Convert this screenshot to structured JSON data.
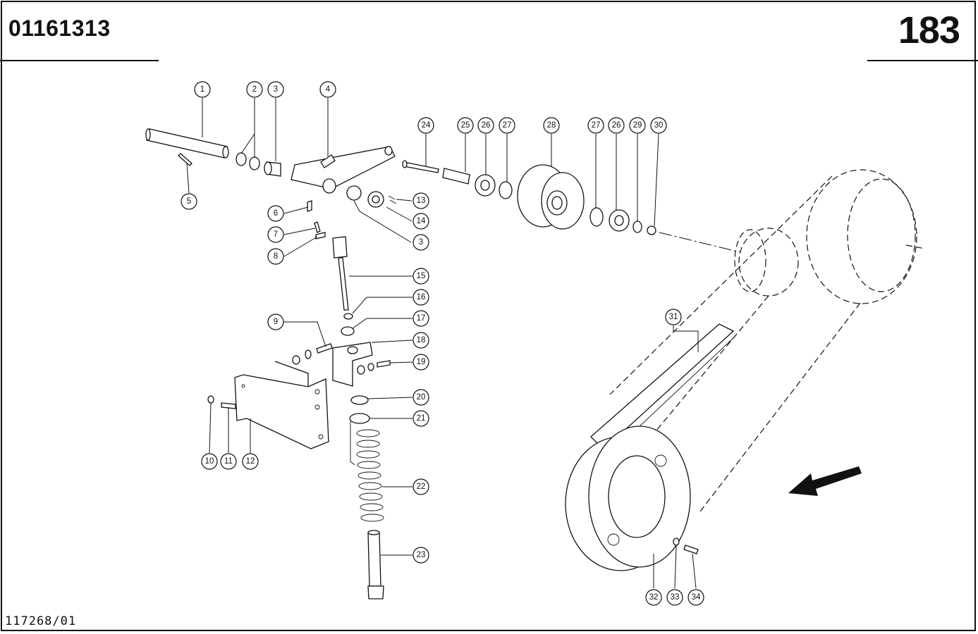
{
  "header": {
    "document_number": "01161313",
    "page_number": "183"
  },
  "footer": {
    "drawing_number": "117268",
    "drawing_suffix": "/01"
  },
  "callouts": [
    {
      "label": "1"
    },
    {
      "label": "2"
    },
    {
      "label": "3"
    },
    {
      "label": "4"
    },
    {
      "label": "5"
    },
    {
      "label": "6"
    },
    {
      "label": "7"
    },
    {
      "label": "8"
    },
    {
      "label": "3"
    },
    {
      "label": "13"
    },
    {
      "label": "14"
    },
    {
      "label": "15"
    },
    {
      "label": "16"
    },
    {
      "label": "17"
    },
    {
      "label": "18"
    },
    {
      "label": "19"
    },
    {
      "label": "9"
    },
    {
      "label": "10"
    },
    {
      "label": "11"
    },
    {
      "label": "12"
    },
    {
      "label": "20"
    },
    {
      "label": "21"
    },
    {
      "label": "22"
    },
    {
      "label": "23"
    },
    {
      "label": "24"
    },
    {
      "label": "25"
    },
    {
      "label": "26"
    },
    {
      "label": "27"
    },
    {
      "label": "28"
    },
    {
      "label": "27"
    },
    {
      "label": "26"
    },
    {
      "label": "29"
    },
    {
      "label": "30"
    },
    {
      "label": "31"
    },
    {
      "label": "32"
    },
    {
      "label": "33"
    },
    {
      "label": "34"
    }
  ]
}
